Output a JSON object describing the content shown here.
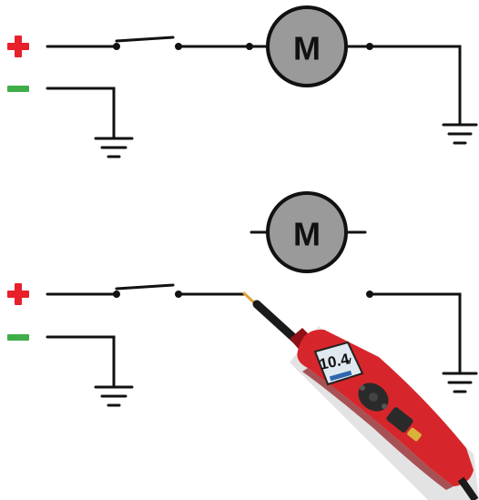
{
  "colors": {
    "positive": "#e8202a",
    "negative": "#3fae49",
    "wire": "#111111",
    "motor_fill": "#9a9a9a",
    "probe_body": "#d7262b",
    "probe_dark": "#8f1218",
    "screen": "#dfe9ef"
  },
  "icons": {
    "positive_terminal": "plus-sign",
    "negative_terminal": "minus-sign",
    "ground": "ground-symbol",
    "switch": "open-switch",
    "motor": "motor-circle"
  },
  "top_circuit": {
    "motor_label": "M"
  },
  "bottom_circuit": {
    "motor_label": "M",
    "probe_reading": "10.4",
    "probe_unit": "V"
  }
}
